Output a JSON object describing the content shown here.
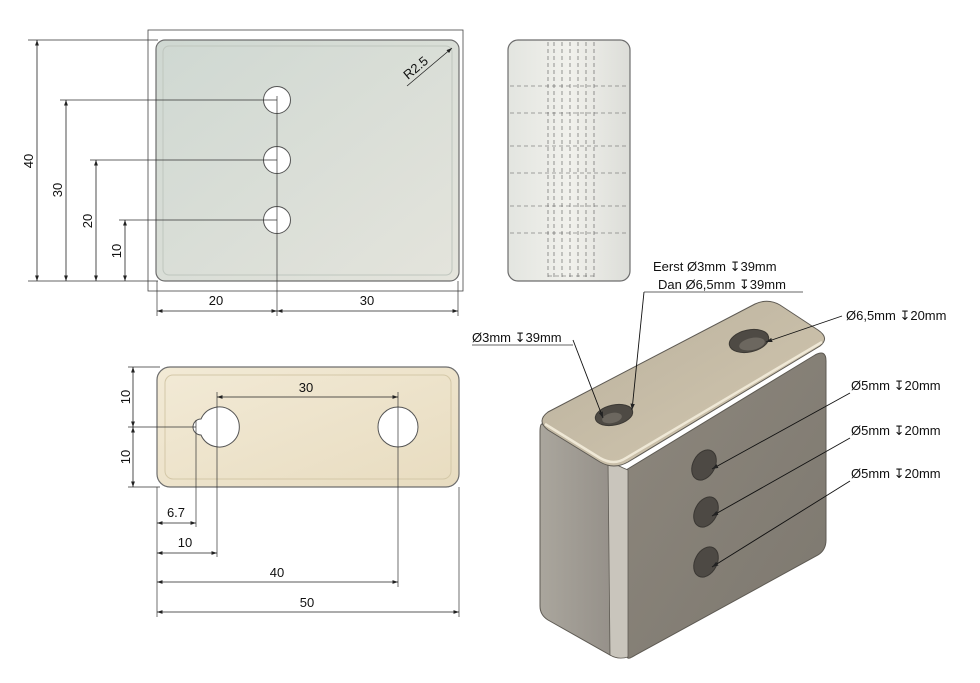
{
  "front_view": {
    "dims": {
      "overall_height": "40",
      "hole_top": "30",
      "hole_mid": "20",
      "hole_low": "10",
      "left_to_holes": "20",
      "holes_to_right": "30",
      "corner_radius": "R2.5"
    }
  },
  "top_view": {
    "dims": {
      "upper_half": "10",
      "lower_half": "10",
      "hole_spacing": "30",
      "slot_offset": "6.7",
      "first_hole": "10",
      "second_hole": "40",
      "overall_width": "50"
    }
  },
  "iso_view": {
    "callouts": {
      "stepped_line1": "Eerst Ø3mm ↧39mm",
      "stepped_line2": "Dan Ø6,5mm ↧39mm",
      "thru_small": "Ø3mm ↧39mm",
      "top_large": "Ø6,5mm ↧20mm",
      "side_hole_1": "Ø5mm ↧20mm",
      "side_hole_2": "Ø5mm ↧20mm",
      "side_hole_3": "Ø5mm ↧20mm"
    }
  },
  "colors": {
    "front_face": "#dfe3de",
    "top_face": "#efe3c9",
    "iso_dark": "#8a857c",
    "iso_light": "#cfc6b2",
    "dimension_line": "#222222"
  }
}
